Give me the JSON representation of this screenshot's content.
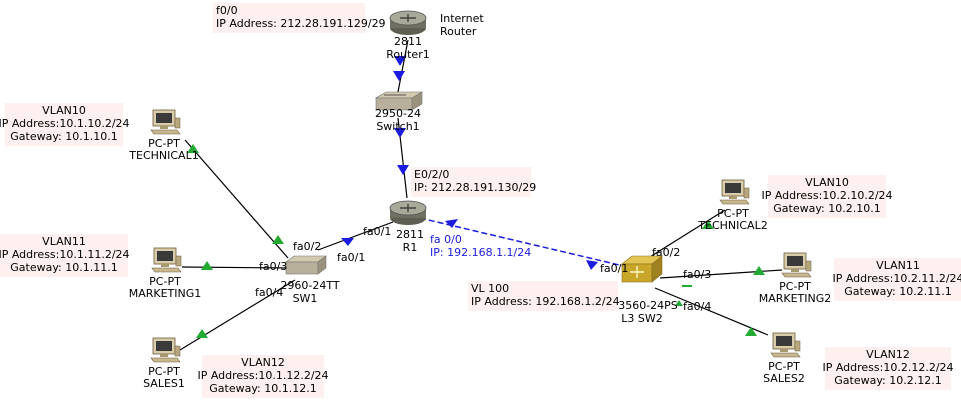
{
  "devices": {
    "router1": {
      "model": "2811",
      "name": "Router1",
      "note": [
        "Internet",
        "Router"
      ]
    },
    "switch1": {
      "model": "2950-24",
      "name": "Switch1"
    },
    "r1": {
      "model": "2811",
      "name": "R1"
    },
    "sw1": {
      "model": "2960-24TT",
      "name": "SW1"
    },
    "sw2": {
      "model": "3560-24PS",
      "name": "L3 SW2"
    },
    "technical1": {
      "model": "PC-PT",
      "name": "TECHNICAL1"
    },
    "marketing1": {
      "model": "PC-PT",
      "name": "MARKETING1"
    },
    "sales1": {
      "model": "PC-PT",
      "name": "SALES1"
    },
    "technical2": {
      "model": "PC-PT",
      "name": "TECHNICAL2"
    },
    "marketing2": {
      "model": "PC-PT",
      "name": "MARKETING2"
    },
    "sales2": {
      "model": "PC-PT",
      "name": "SALES2"
    }
  },
  "notes": {
    "router1_if": [
      "f0/0",
      "IP Address: 212.28.191.129/29"
    ],
    "r1_if": [
      "E0/2/0",
      "IP: 212.28.191.130/29"
    ],
    "r1_fa00": [
      "fa 0/0",
      "IP: 192.168.1.1/24"
    ],
    "vl100": [
      "VL 100",
      "IP Address: 192.168.1.2/24"
    ],
    "tech1": [
      "VLAN10",
      "IP Address:10.1.10.2/24",
      "Gateway: 10.1.10.1"
    ],
    "mkt1": [
      "VLAN11",
      "IP Address:10.1.11.2/24",
      "Gateway: 10.1.11.1"
    ],
    "sales1": [
      "VLAN12",
      "IP Address:10.1.12.2/24",
      "Gateway: 10.1.12.1"
    ],
    "tech2": [
      "VLAN10",
      "IP Address:10.2.10.2/24",
      "Gateway: 10.2.10.1"
    ],
    "mkt2": [
      "VLAN11",
      "IP Address:10.2.11.2/24",
      "Gateway: 10.2.11.1"
    ],
    "sales2": [
      "VLAN12",
      "IP Address:10.2.12.2/24",
      "Gateway: 10.2.12.1"
    ]
  },
  "ports": {
    "r1_fa01": "fa0/1",
    "sw1_fa01": "fa0/1",
    "sw1_fa02": "fa0/2",
    "sw1_fa03": "fa0/3",
    "sw1_fa04": "fa0/4",
    "sw2_fa01": "fa0/1",
    "sw2_fa02": "fa0/2",
    "sw2_fa03": "fa0/3",
    "sw2_fa04": "fa0/4"
  },
  "colors": {
    "link": "#000000",
    "serial_link": "#1b1be0",
    "port_up": "#22aa33",
    "port_blocked": "#1b1be0",
    "note_bg": "#fdf0ee",
    "router_body": "#8a8a7a",
    "switch_body": "#b8b09a",
    "l3switch_body": "#c8a62a",
    "pc_body": "#c8b890"
  }
}
